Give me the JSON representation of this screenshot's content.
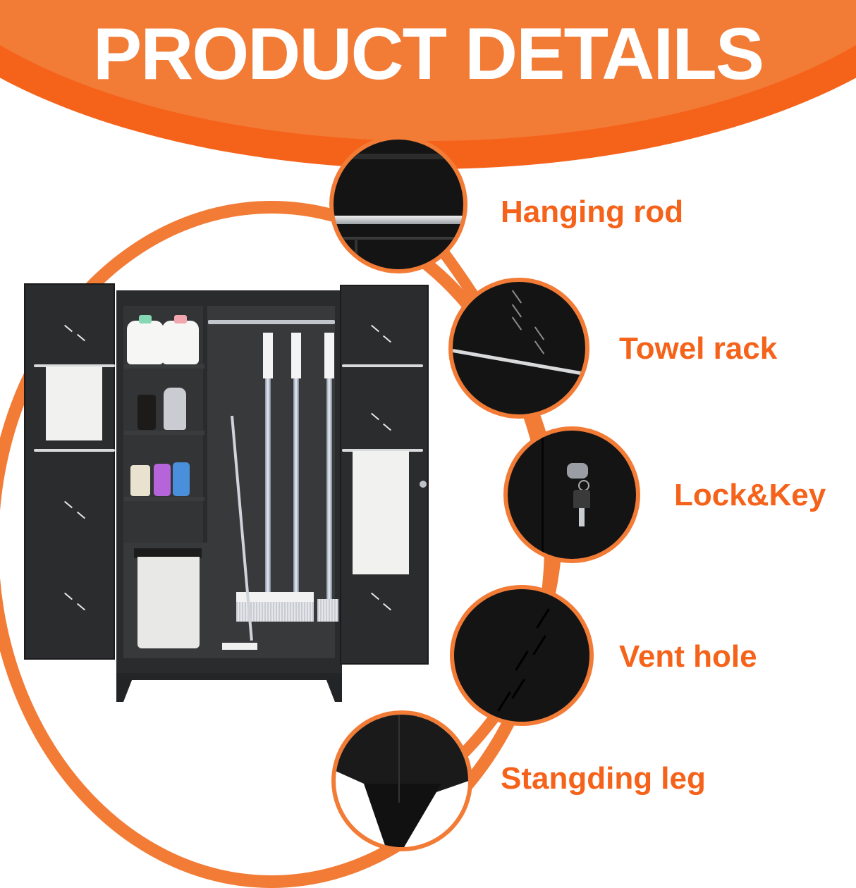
{
  "header": {
    "title": "PRODUCT DETAILS"
  },
  "colors": {
    "accent_orange": "#f27b36",
    "accent_dark_orange": "#f5621a",
    "cabinet_black": "#2a2b2d",
    "background": "#ffffff"
  },
  "features": [
    {
      "label": "Hanging rod",
      "icon": "hanging-rod-closeup"
    },
    {
      "label": "Towel rack",
      "icon": "towel-rack-closeup"
    },
    {
      "label": "Lock&Key",
      "icon": "lock-key-closeup"
    },
    {
      "label": "Vent hole",
      "icon": "vent-hole-closeup"
    },
    {
      "label": "Stangding leg",
      "icon": "standing-leg-closeup"
    }
  ],
  "product": {
    "name": "Metal storage cabinet with two doors",
    "shelves": 3,
    "items_shown": [
      "detergent bottles",
      "soap dispensers",
      "cleaning sprays",
      "mop bucket",
      "flat mop",
      "brooms",
      "towels"
    ]
  }
}
